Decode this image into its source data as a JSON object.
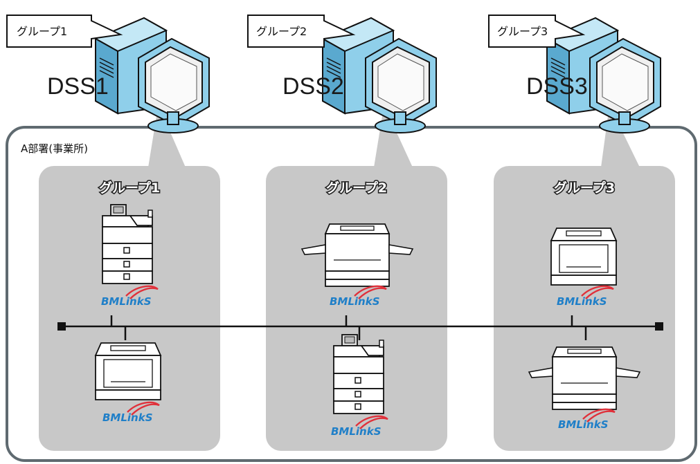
{
  "department": {
    "label": "A部署(事業所)"
  },
  "servers": [
    {
      "name": "DSS1",
      "callout": "グループ1"
    },
    {
      "name": "DSS2",
      "callout": "グループ2"
    },
    {
      "name": "DSS3",
      "callout": "グループ3"
    }
  ],
  "groups": [
    {
      "label": "グループ1",
      "devices": [
        "multifunction-printer",
        "laser-printer"
      ]
    },
    {
      "label": "グループ2",
      "devices": [
        "wide-format-printer",
        "multifunction-printer"
      ]
    },
    {
      "label": "グループ3",
      "devices": [
        "laser-printer",
        "wide-format-printer"
      ]
    }
  ],
  "logo": {
    "text": "BMLinkS"
  },
  "colors": {
    "group_panel": "#c8c8c8",
    "department_border": "#5f6a70",
    "monitor_blue": "#8fcfea",
    "logo_blue": "#1f7fc8",
    "logo_red": "#e0303a"
  }
}
